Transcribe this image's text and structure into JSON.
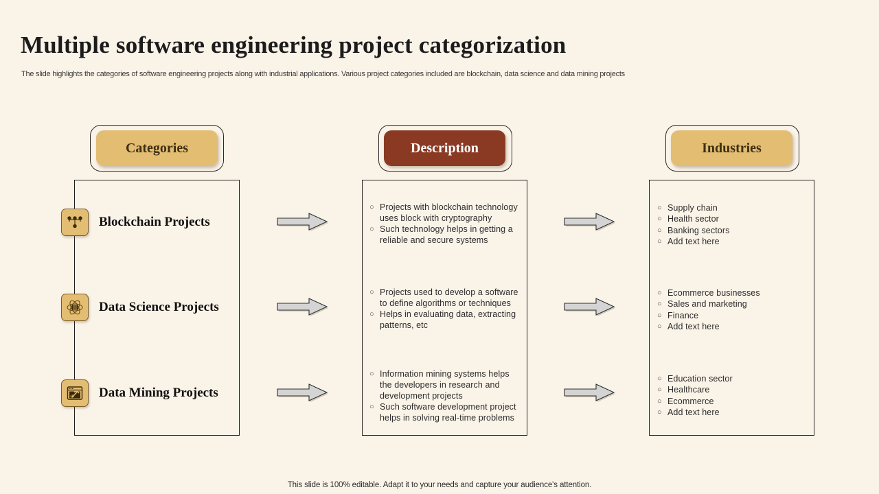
{
  "slide": {
    "title": "Multiple software engineering project categorization",
    "subtitle": "The slide highlights the categories of software engineering projects along with industrial applications. Various project categories included are blockchain, data science and data mining projects",
    "footer": "This slide is 100% editable. Adapt it to your needs and capture your audience's attention.",
    "background_color": "#faf3e8"
  },
  "columns": {
    "categories": {
      "label": "Categories",
      "fill_color": "#e3bd72",
      "text_color": "#3d2f12"
    },
    "description": {
      "label": "Description",
      "fill_color": "#8a3a23",
      "text_color": "#ffffff"
    },
    "industries": {
      "label": "Industries",
      "fill_color": "#e3bd72",
      "text_color": "#3d2f12"
    }
  },
  "rows": [
    {
      "category": "Blockchain Projects",
      "icon": "blockchain-network-icon",
      "description": [
        "Projects with blockchain technology uses block with cryptography",
        "Such technology helps in getting a reliable and secure systems"
      ],
      "industries": [
        "Supply chain",
        "Health sector",
        "Banking sectors",
        "Add text here"
      ]
    },
    {
      "category": "Data Science Projects",
      "icon": "atom-chip-icon",
      "description": [
        "Projects used to develop a software to define algorithms or techniques",
        "Helps in evaluating data, extracting patterns, etc"
      ],
      "industries": [
        "Ecommerce businesses",
        "Sales and marketing",
        "Finance",
        "Add text here"
      ]
    },
    {
      "category": "Data Mining Projects",
      "icon": "browser-pickaxe-icon",
      "description": [
        "Information mining systems helps the developers in research and development projects",
        "Such software development project helps in solving real-time problems"
      ],
      "industries": [
        "Education sector",
        "Healthcare",
        "Ecommerce",
        "Add text here"
      ]
    }
  ],
  "bullet_marker": "○",
  "arrows": {
    "count": 6,
    "fill_color": "#d4d4d4",
    "stroke_color": "#2f2f2f",
    "direction": "right"
  }
}
